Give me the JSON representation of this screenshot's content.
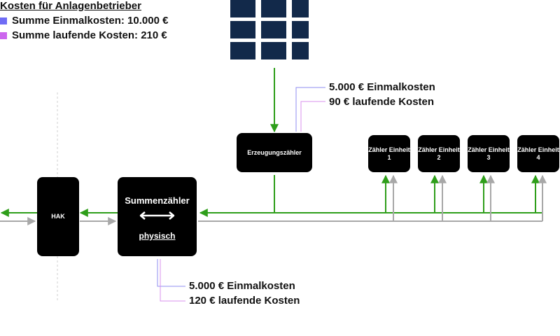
{
  "legend": {
    "title": "Kosten für Anlagenbetrieber",
    "items": [
      {
        "label": "Summe  Einmalkosten: 10.000 €",
        "color": "#6f6cf5"
      },
      {
        "label": "Summe  laufende Kosten: 210 €",
        "color": "#cc66ee"
      }
    ]
  },
  "costs": {
    "erzeugung": {
      "einmal": "5.000 € Einmalkosten",
      "laufend": "90 € laufende Kosten"
    },
    "summen": {
      "einmal": "5.000 € Einmalkosten",
      "laufend": "120 € laufende Kosten"
    }
  },
  "boxes": {
    "hak": "HAK",
    "summenzaehler": {
      "title": "Summenzähler",
      "subtitle": "physisch"
    },
    "erzeugungszaehler": "Erzeugungszähler",
    "einheiten": [
      {
        "line1": "Zähler Einheit",
        "line2": "1"
      },
      {
        "line1": "Zähler Einheit",
        "line2": "2"
      },
      {
        "line1": "Zähler Einheit",
        "line2": "3"
      },
      {
        "line1": "Zähler Einheit",
        "line2": "4"
      }
    ]
  },
  "colors": {
    "green": "#2e9e1a",
    "gray": "#a8a8a8",
    "blue_line": "#8f8cf0",
    "purple_line": "#d890ee",
    "panel": "#12294a"
  }
}
